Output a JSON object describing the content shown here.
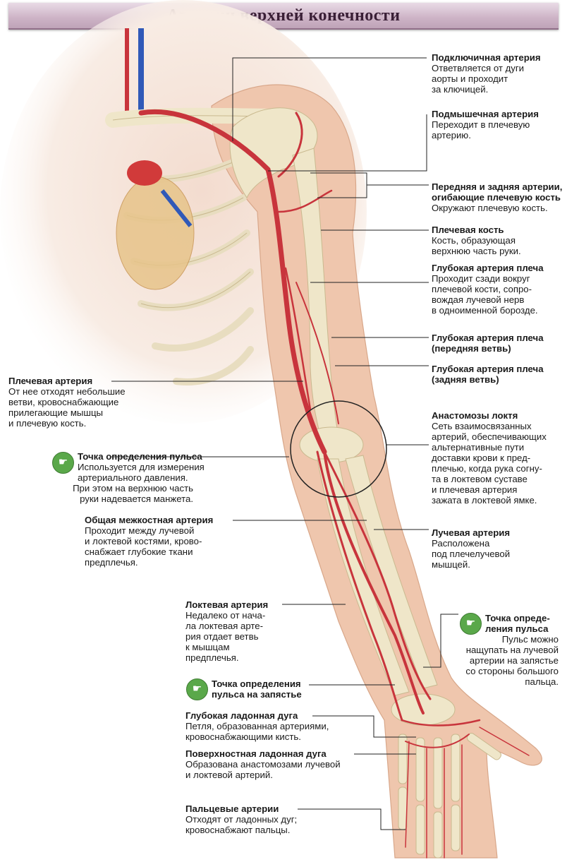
{
  "title": "Артерии верхней конечности",
  "icons": {
    "pulse_point": "hand-finger-icon"
  },
  "colors": {
    "artery": "#c8343c",
    "bone": "#efe6c9",
    "skin": "#efc6ad",
    "vein": "#3059b8",
    "badge": "#5aa84a",
    "title_bg": "#cdb3c6"
  },
  "labels": {
    "subclavian": {
      "heading": "Подключичная артерия",
      "lines": [
        "Ответвляется от дуги",
        "аорты и проходит",
        "за ключицей."
      ]
    },
    "axillary": {
      "heading": "Подмышечная артерия",
      "lines": [
        "Переходит в плечевую",
        "артерию."
      ]
    },
    "circumflex": {
      "heading1": "Передняя и задняя артерии,",
      "heading2": "огибающие плечевую кость",
      "lines": [
        "Окружают плечевую кость."
      ]
    },
    "humerus": {
      "heading": "Плечевая кость",
      "lines": [
        "Кость, образующая",
        "верхнюю часть руки."
      ]
    },
    "deep_brachial": {
      "heading": "Глубокая артерия плеча",
      "lines": [
        "Проходит сзади вокруг",
        "плечевой кости, сопро-",
        "вождая лучевой нерв",
        "в одноименной борозде."
      ]
    },
    "deep_brachial_anterior": {
      "heading1": "Глубокая артерия плеча",
      "heading2": "(передняя ветвь)"
    },
    "deep_brachial_posterior": {
      "heading1": "Глубокая артерия плеча",
      "heading2": "(задняя ветвь)"
    },
    "elbow_anastomoses": {
      "heading": "Анастомозы локтя",
      "lines": [
        "Сеть взаимосвязанных",
        "артерий, обеспечивающих",
        "альтернативные пути",
        "доставки крови к пред-",
        "плечью, когда рука согну-",
        "та в локтевом суставе",
        "и плечевая артерия",
        "зажата в локтевой ямке."
      ]
    },
    "radial": {
      "heading": "Лучевая артерия",
      "lines": [
        "Расположена",
        "под плечелучевой",
        "мышцей."
      ]
    },
    "pulse_radial": {
      "heading1": "Точка опреде-",
      "heading2": "ления пульса",
      "lines": [
        "Пульс можно",
        "нащупать на лучевой",
        "артерии на запястье",
        "со стороны большого",
        "пальца."
      ]
    },
    "brachial": {
      "heading": "Плечевая артерия",
      "lines": [
        "От нее отходят небольшие",
        "ветви, кровоснабжающие",
        "прилегающие мышцы",
        "и плечевую кость."
      ]
    },
    "pulse_brachial": {
      "heading": "Точка определения пульса",
      "lines": [
        "Используется для измерения",
        "артериального давления."
      ],
      "lines2": [
        "При этом на верхнюю часть",
        "руки надевается манжета."
      ]
    },
    "interosseous": {
      "heading": "Общая межкостная артерия",
      "lines": [
        "Проходит между лучевой",
        "и локтевой костями, крово-",
        "снабжает глубокие ткани",
        "предплечья."
      ]
    },
    "ulnar": {
      "heading": "Локтевая артерия",
      "lines": [
        "Недалеко от нача-",
        "ла локтевая арте-",
        "рия отдает ветвь",
        "к мышцам",
        "предплечья."
      ]
    },
    "pulse_wrist": {
      "heading1": "Точка определения",
      "heading2": "пульса на запястье"
    },
    "deep_palmar": {
      "heading": "Глубокая ладонная дуга",
      "lines": [
        "Петля, образованная артериями,",
        "кровоснабжающими кисть."
      ]
    },
    "superficial_palmar": {
      "heading": "Поверхностная ладонная дуга",
      "lines": [
        "Образована анастомозами лучевой",
        "и локтевой артерий."
      ]
    },
    "digital": {
      "heading": "Пальцевые артерии",
      "lines": [
        "Отходят от ладонных дуг;",
        "кровоснабжают пальцы."
      ]
    }
  }
}
